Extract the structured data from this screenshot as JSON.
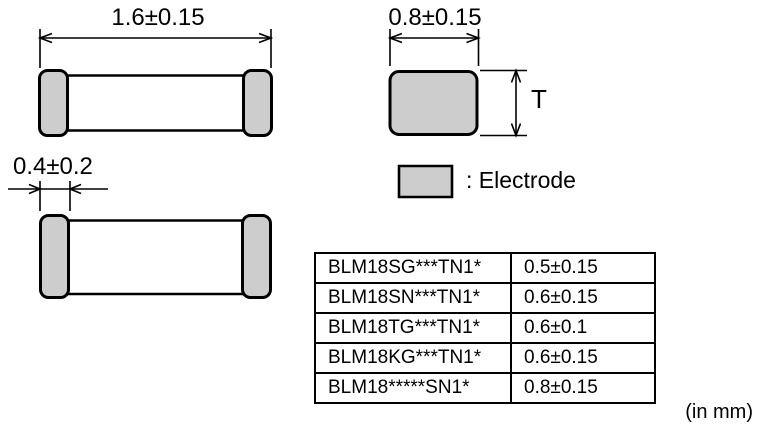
{
  "unit_note": "(in mm)",
  "colors": {
    "electrode_fill": "#cdcdcd",
    "line_color": "#000000",
    "background": "#ffffff"
  },
  "top_view": {
    "length_dim": "1.6±0.15",
    "electrode_width_dim": "0.4±0.2"
  },
  "end_view": {
    "width_dim": "0.8±0.15",
    "thickness_label": "T"
  },
  "legend": {
    "swatch": "electrode-swatch",
    "label": ": Electrode"
  },
  "table": {
    "rows": [
      {
        "part": "BLM18SG***TN1*",
        "t": "0.5±0.15"
      },
      {
        "part": "BLM18SN***TN1*",
        "t": "0.6±0.15"
      },
      {
        "part": "BLM18TG***TN1*",
        "t": "0.6±0.1"
      },
      {
        "part": "BLM18KG***TN1*",
        "t": "0.6±0.15"
      },
      {
        "part": "BLM18*****SN1*",
        "t": "0.8±0.15"
      }
    ]
  }
}
